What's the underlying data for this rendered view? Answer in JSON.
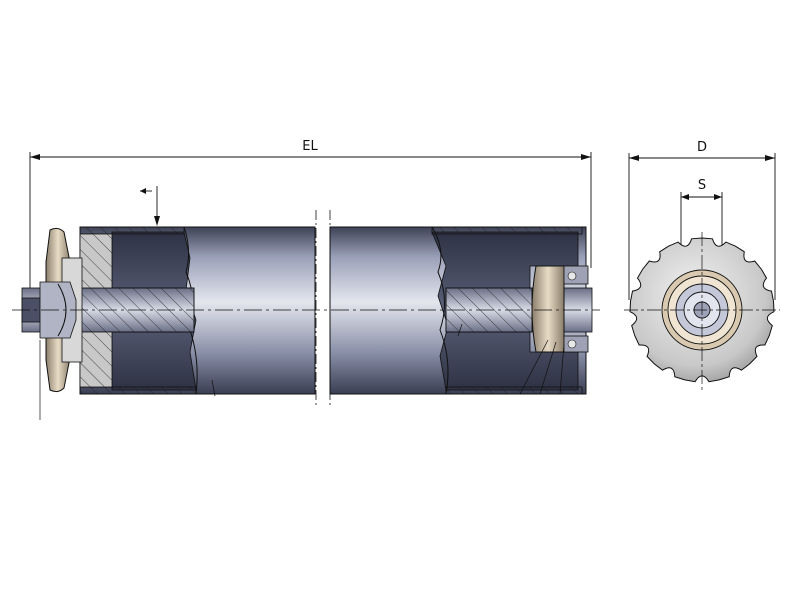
{
  "dimensions": {
    "overall_length_label": "EL",
    "diameter_label": "D",
    "shaft_label": "S"
  },
  "colors": {
    "line": "#111111",
    "tube_light": "#e4e6ee",
    "tube_mid": "#9aa0b8",
    "tube_dark": "#3e4256",
    "shaft": "#b8bccf",
    "bearing": "#c9b9a4",
    "sprocket": "#d6d6d6"
  }
}
